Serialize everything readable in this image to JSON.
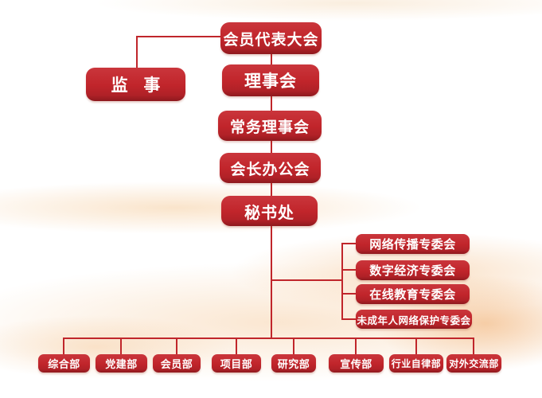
{
  "org_chart": {
    "type": "org-tree",
    "nodes": {
      "assembly": "会员代表大会",
      "supervisor": "监 事",
      "council": "理事会",
      "standing_council": "常务理事会",
      "president_office": "会长办公会",
      "secretariat": "秘书处"
    },
    "committees": [
      "网络传播专委会",
      "数字经济专委会",
      "在线教育专委会",
      "未成年人网络保护专委会"
    ],
    "departments": [
      "综合部",
      "党建部",
      "会员部",
      "项目部",
      "研究部",
      "宣传部",
      "行业自律部",
      "对外交流部"
    ],
    "hierarchy": [
      "会员代表大会 > 理事会 > 常务理事会 > 会长办公会 > 秘书处",
      "会员代表大会 > 监 事",
      "秘书处 > 专委会(4) + 部门(8)"
    ],
    "colors": {
      "box_red": "#c1252b",
      "box_red_light": "#ca363c",
      "box_red_dark": "#8e191e",
      "line_red": "#c0262b",
      "text": "#ffffff",
      "wash_peach": "#f3c9a0",
      "background": "#ffffff"
    }
  }
}
